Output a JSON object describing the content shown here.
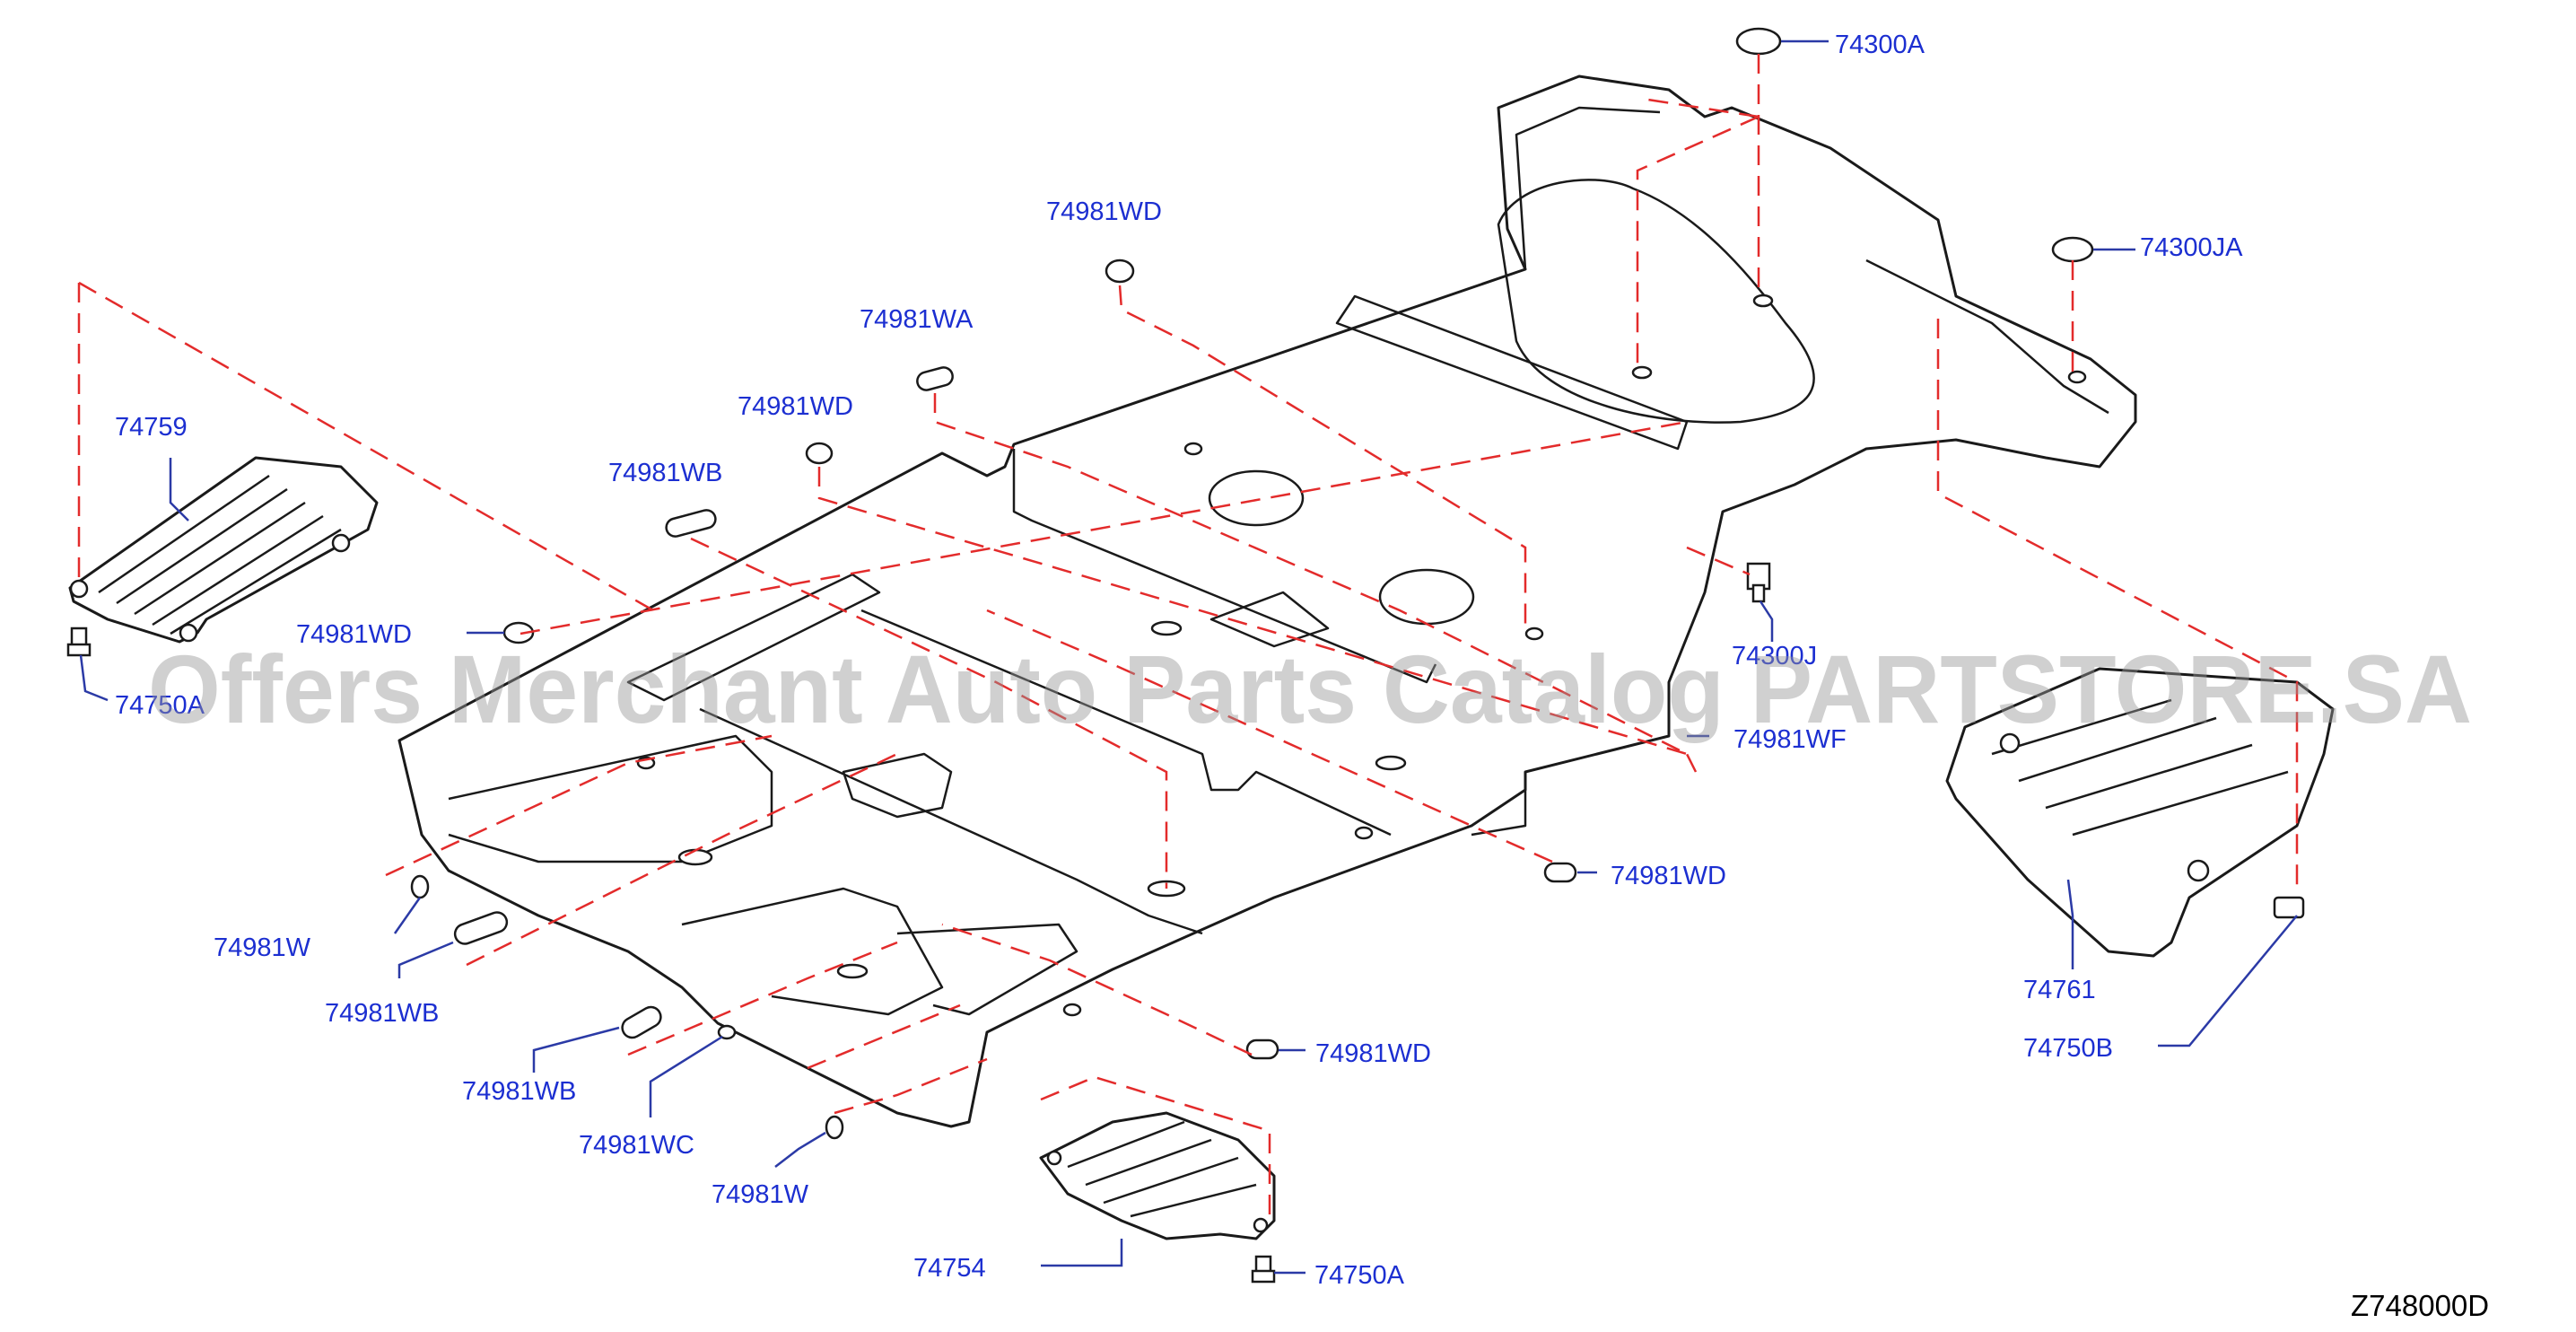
{
  "diagram": {
    "code": "Z748000D",
    "watermark": "Offers Merchant Auto Parts Catalog PARTSTORE.SA",
    "colors": {
      "label": "#1c2fd1",
      "dash": "#e32b2b",
      "outline": "#1a1a1a",
      "leader": "#2b3aa6"
    },
    "parts": [
      {
        "id": "74300A",
        "label": "74300A"
      },
      {
        "id": "74300JA",
        "label": "74300JA"
      },
      {
        "id": "74981WD_a",
        "label": "74981WD"
      },
      {
        "id": "74981WA",
        "label": "74981WA"
      },
      {
        "id": "74981WD_b",
        "label": "74981WD"
      },
      {
        "id": "74759",
        "label": "74759"
      },
      {
        "id": "74981WB_a",
        "label": "74981WB"
      },
      {
        "id": "74981WD_c",
        "label": "74981WD"
      },
      {
        "id": "74750A_a",
        "label": "74750A"
      },
      {
        "id": "74300J",
        "label": "74300J"
      },
      {
        "id": "74981WF",
        "label": "74981WF"
      },
      {
        "id": "74981WD_d",
        "label": "74981WD"
      },
      {
        "id": "74981W_a",
        "label": "74981W"
      },
      {
        "id": "74981WB_b",
        "label": "74981WB"
      },
      {
        "id": "74761",
        "label": "74761"
      },
      {
        "id": "74750B",
        "label": "74750B"
      },
      {
        "id": "74981WD_e",
        "label": "74981WD"
      },
      {
        "id": "74981WB_c",
        "label": "74981WB"
      },
      {
        "id": "74981WC",
        "label": "74981WC"
      },
      {
        "id": "74981W_b",
        "label": "74981W"
      },
      {
        "id": "74754",
        "label": "74754"
      },
      {
        "id": "74750A_b",
        "label": "74750A"
      }
    ]
  }
}
